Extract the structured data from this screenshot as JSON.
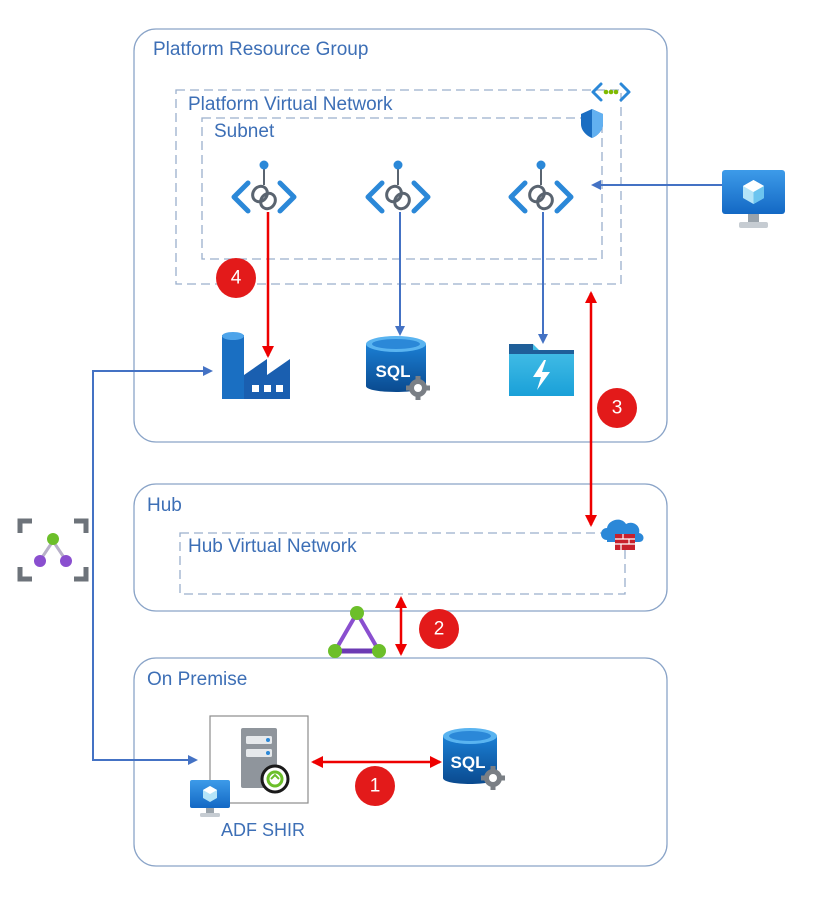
{
  "groups": {
    "platform_resource_group": "Platform Resource Group",
    "platform_vnet": "Platform Virtual Network",
    "subnet": "Subnet",
    "hub": "Hub",
    "hub_vnet": "Hub Virtual Network",
    "on_premise": "On Premise"
  },
  "badges": {
    "step1": "1",
    "step2": "2",
    "step3": "3",
    "step4": "4"
  },
  "labels": {
    "sql_top": "SQL",
    "sql_bottom": "SQL",
    "shir": "ADF SHIR"
  },
  "icons": [
    "vnet-peering-icon",
    "shield-icon",
    "private-endpoint-icon",
    "virtual-machine-icon",
    "data-factory-icon",
    "sql-server-icon",
    "function-app-icon",
    "firewall-icon",
    "managed-identity-icon",
    "vpn-triangle-icon",
    "shir-server-icon"
  ],
  "colors": {
    "border": "#8aa4c8",
    "dashed": "#9aafcc",
    "blue_arrow": "#4472c4",
    "red_arrow": "#ee0000",
    "badge_red": "#e31a1a",
    "label_blue": "#3d6fb6"
  }
}
